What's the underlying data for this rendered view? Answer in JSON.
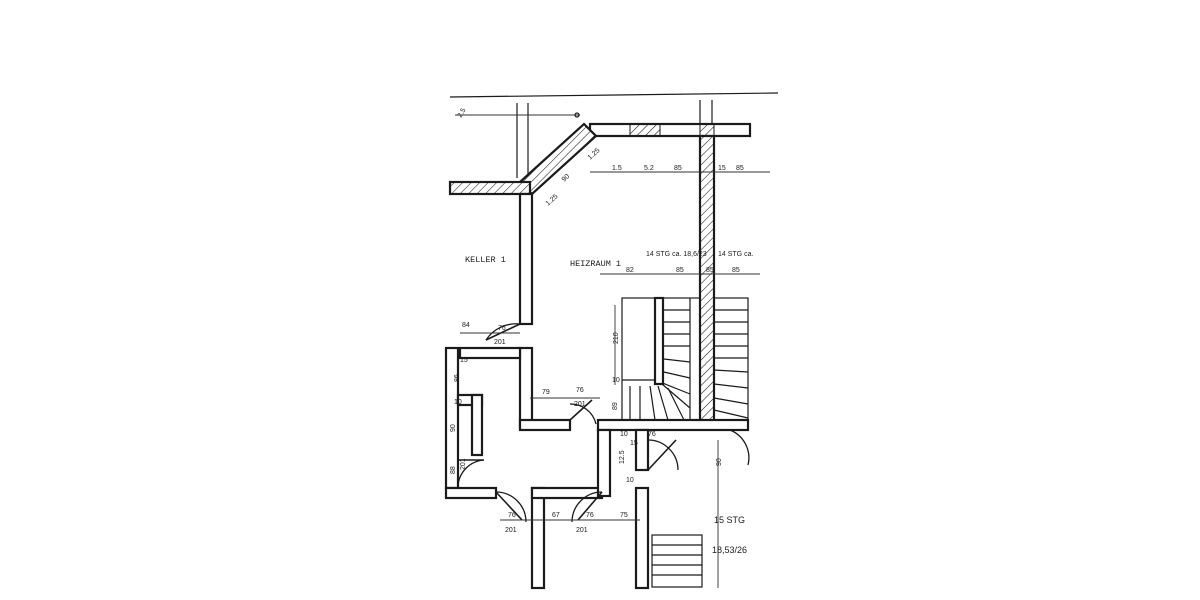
{
  "rooms": {
    "keller": "KELLER 1",
    "heizraum": "HEIZRAUM 1"
  },
  "stairs": {
    "upper_left": "14 STG ca. 18,6/23",
    "upper_right": "14 STG ca.",
    "lower_count": "15 STG",
    "lower_ratio": "18,53/26"
  },
  "dimensions": {
    "top_a": "2.5",
    "angle_a": "1.25",
    "angle_b": "90",
    "angle_c": "1.25",
    "top_b": "1.5",
    "top_c": "5.2",
    "top_d": "85",
    "top_e": "15",
    "top_f": "85",
    "row2_a": "82",
    "row2_b": "85",
    "row2_c": "85",
    "row2_d": "85",
    "left_84": "84",
    "door_76": "76",
    "door_201": "201",
    "v_15": "15",
    "v_86": "86",
    "v_10": "10",
    "v_90": "90",
    "v_201": "201",
    "v_88": "88",
    "mid_79": "79",
    "mid_76": "76",
    "mid_201": "201",
    "v_210": "210",
    "v_10b": "10",
    "v_89": "89",
    "v_1x": "10",
    "v_125": "12.5",
    "bot_76": "76",
    "bot_201": "201",
    "bot_67": "67",
    "bot_76b": "76",
    "bot_201b": "201",
    "bot_75": "75",
    "right_90": "90",
    "s_10": "10",
    "s_15": "15",
    "s_76": "76"
  }
}
